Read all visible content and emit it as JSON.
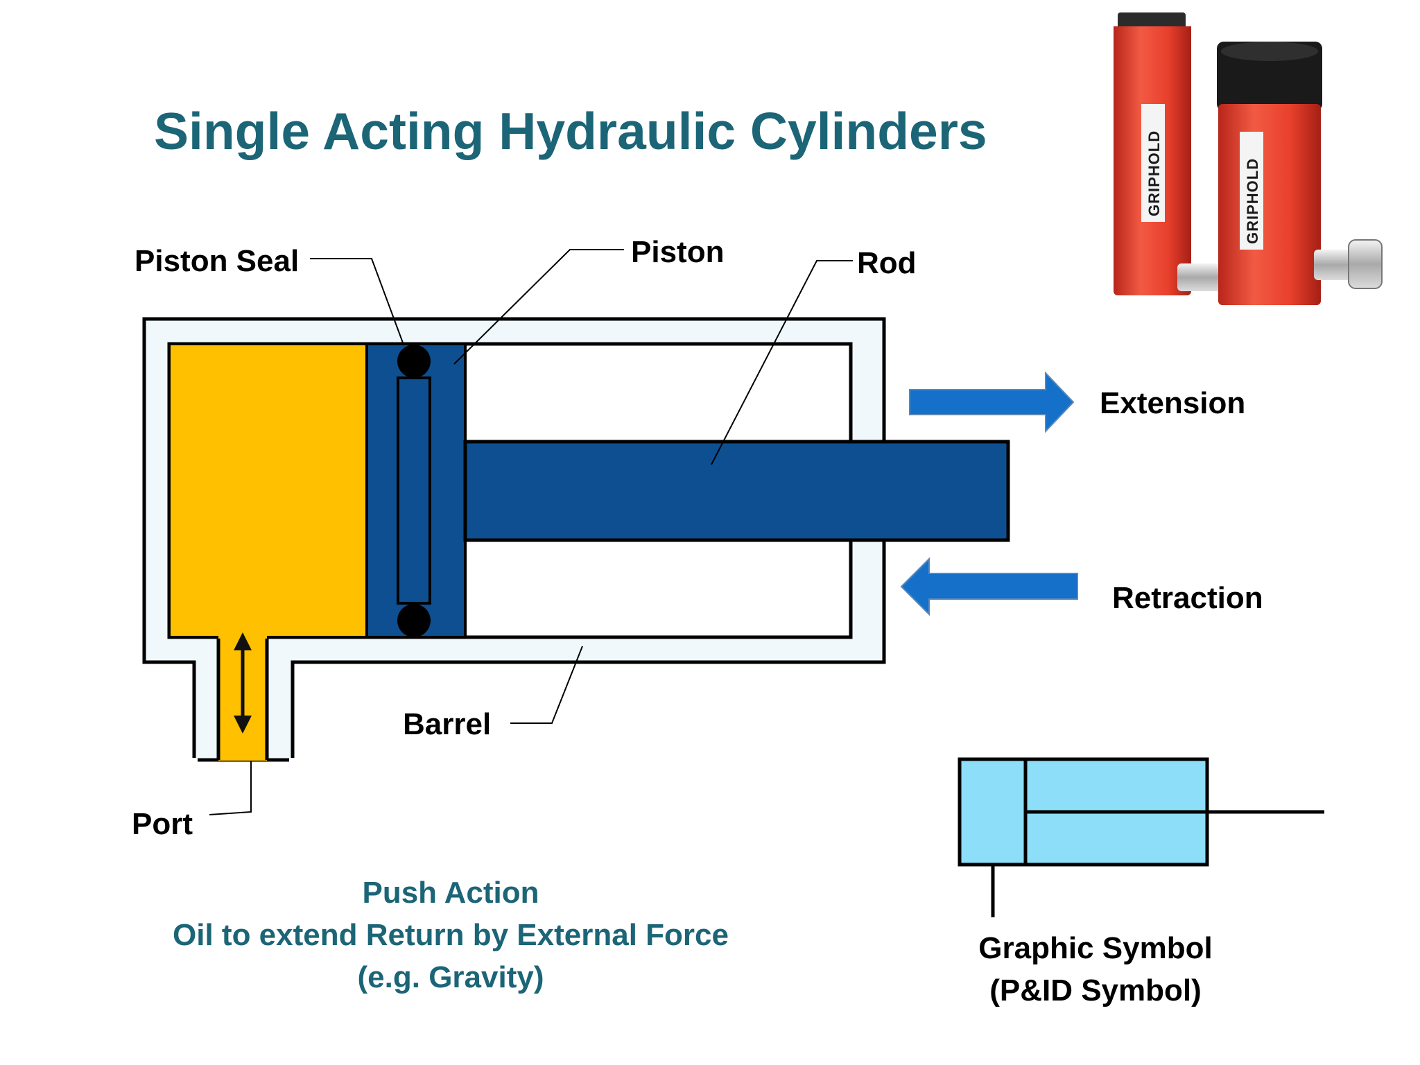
{
  "title": "Single Acting Hydraulic Cylinders",
  "labels": {
    "piston_seal": "Piston Seal",
    "piston": "Piston",
    "rod": "Rod",
    "extension": "Extension",
    "retraction": "Retraction",
    "barrel": "Barrel",
    "port": "Port"
  },
  "caption": {
    "line1": "Push Action",
    "line2": "Oil to extend Return by External Force",
    "line3": "(e.g. Gravity)"
  },
  "symbol_caption": {
    "line1": "Graphic Symbol",
    "line2": "(P&ID Symbol)"
  },
  "product_brand": "GRIPHOLD",
  "colors": {
    "title": "#1b6577",
    "caption": "#1b6577",
    "oil": "#ffc000",
    "piston": "#0e4f91",
    "rod": "#0e4f91",
    "arrow": "#1470c8",
    "barrel_fill": "#f1f8fb",
    "symbol_fill": "#8ddff9",
    "cylinder_red": "#e8402c",
    "cap_black": "#1a1a1a"
  },
  "icons": {
    "extension_arrow": "arrow-right-icon",
    "retraction_arrow": "arrow-left-icon",
    "port_flow": "double-arrow-vertical-icon"
  }
}
